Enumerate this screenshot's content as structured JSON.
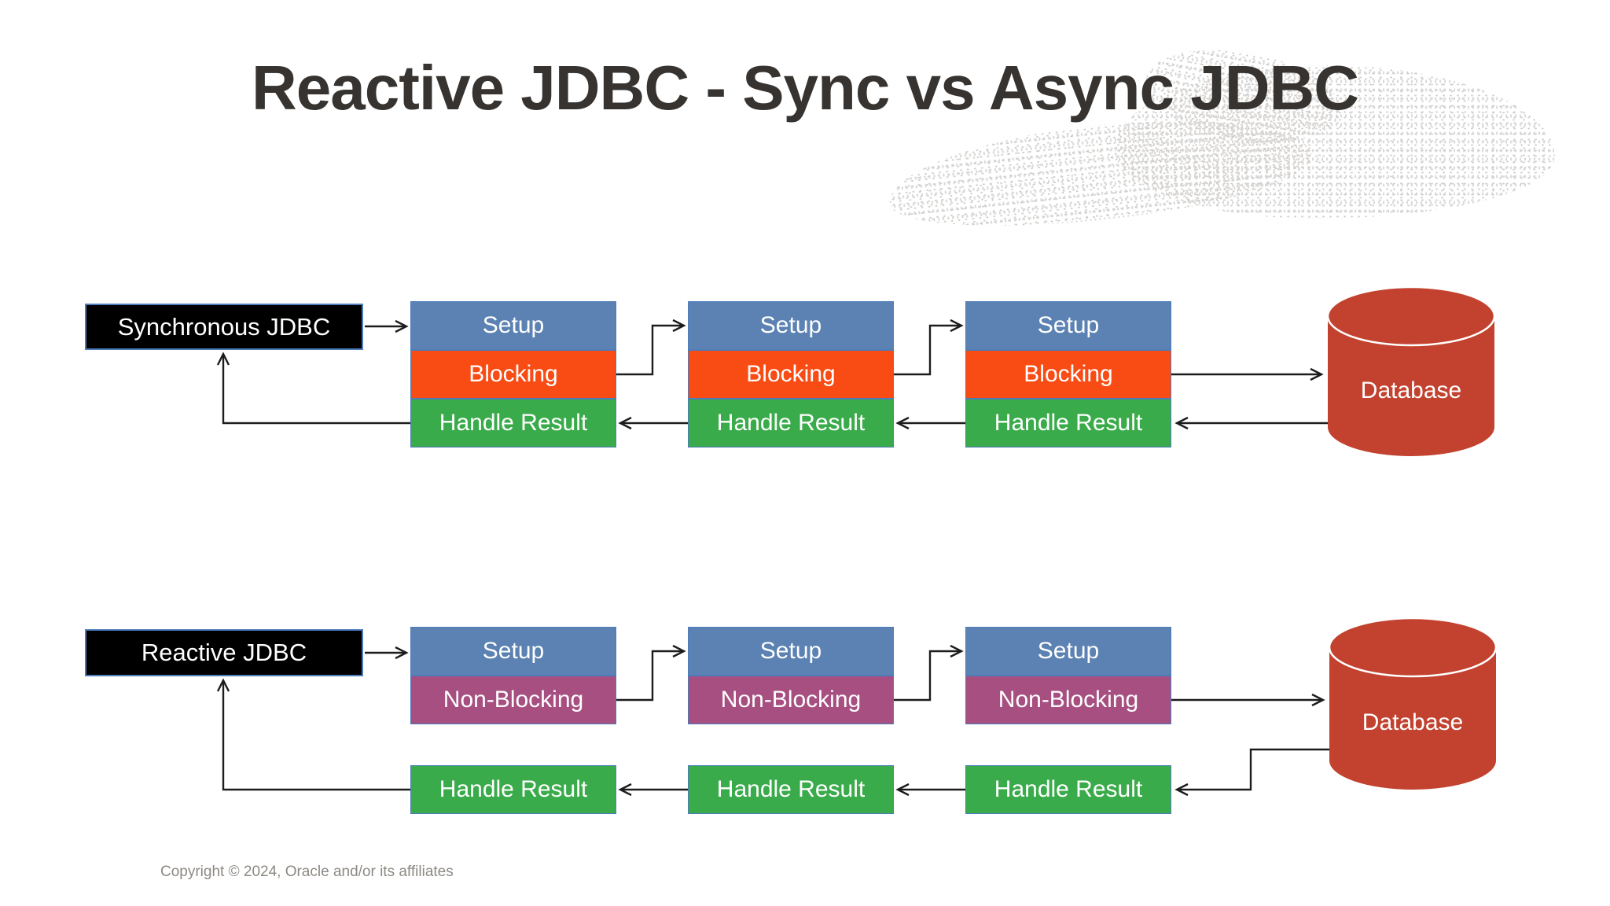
{
  "slide": {
    "title": "Reactive JDBC - Sync vs Async JDBC",
    "copyright": "Copyright © 2024, Oracle and/or its affiliates"
  },
  "colors": {
    "setup_fill": "#5b82b2",
    "blocking_fill": "#f94b14",
    "non_blocking_fill": "#a64f80",
    "handle_result_fill": "#3aab4a",
    "database_fill": "#c2422f",
    "database_outline": "#ffffff",
    "label_box_fill": "#000000",
    "box_border": "#4c7cba",
    "arrow": "#1c1c1c",
    "title_text": "#363330",
    "box_text": "#ffffff",
    "copyright_text": "#8d8984"
  },
  "icons": {
    "database": "cylinder"
  },
  "sync_flow": {
    "label": "Synchronous JDBC",
    "stages": [
      {
        "steps": [
          "Setup",
          "Blocking",
          "Handle Result"
        ]
      },
      {
        "steps": [
          "Setup",
          "Blocking",
          "Handle Result"
        ]
      },
      {
        "steps": [
          "Setup",
          "Blocking",
          "Handle Result"
        ]
      }
    ],
    "database": "Database"
  },
  "reactive_flow": {
    "label": "Reactive JDBC",
    "stages": [
      {
        "steps": [
          "Setup",
          "Non-Blocking"
        ],
        "handler": "Handle Result"
      },
      {
        "steps": [
          "Setup",
          "Non-Blocking"
        ],
        "handler": "Handle Result"
      },
      {
        "steps": [
          "Setup",
          "Non-Blocking"
        ],
        "handler": "Handle Result"
      }
    ],
    "database": "Database"
  }
}
